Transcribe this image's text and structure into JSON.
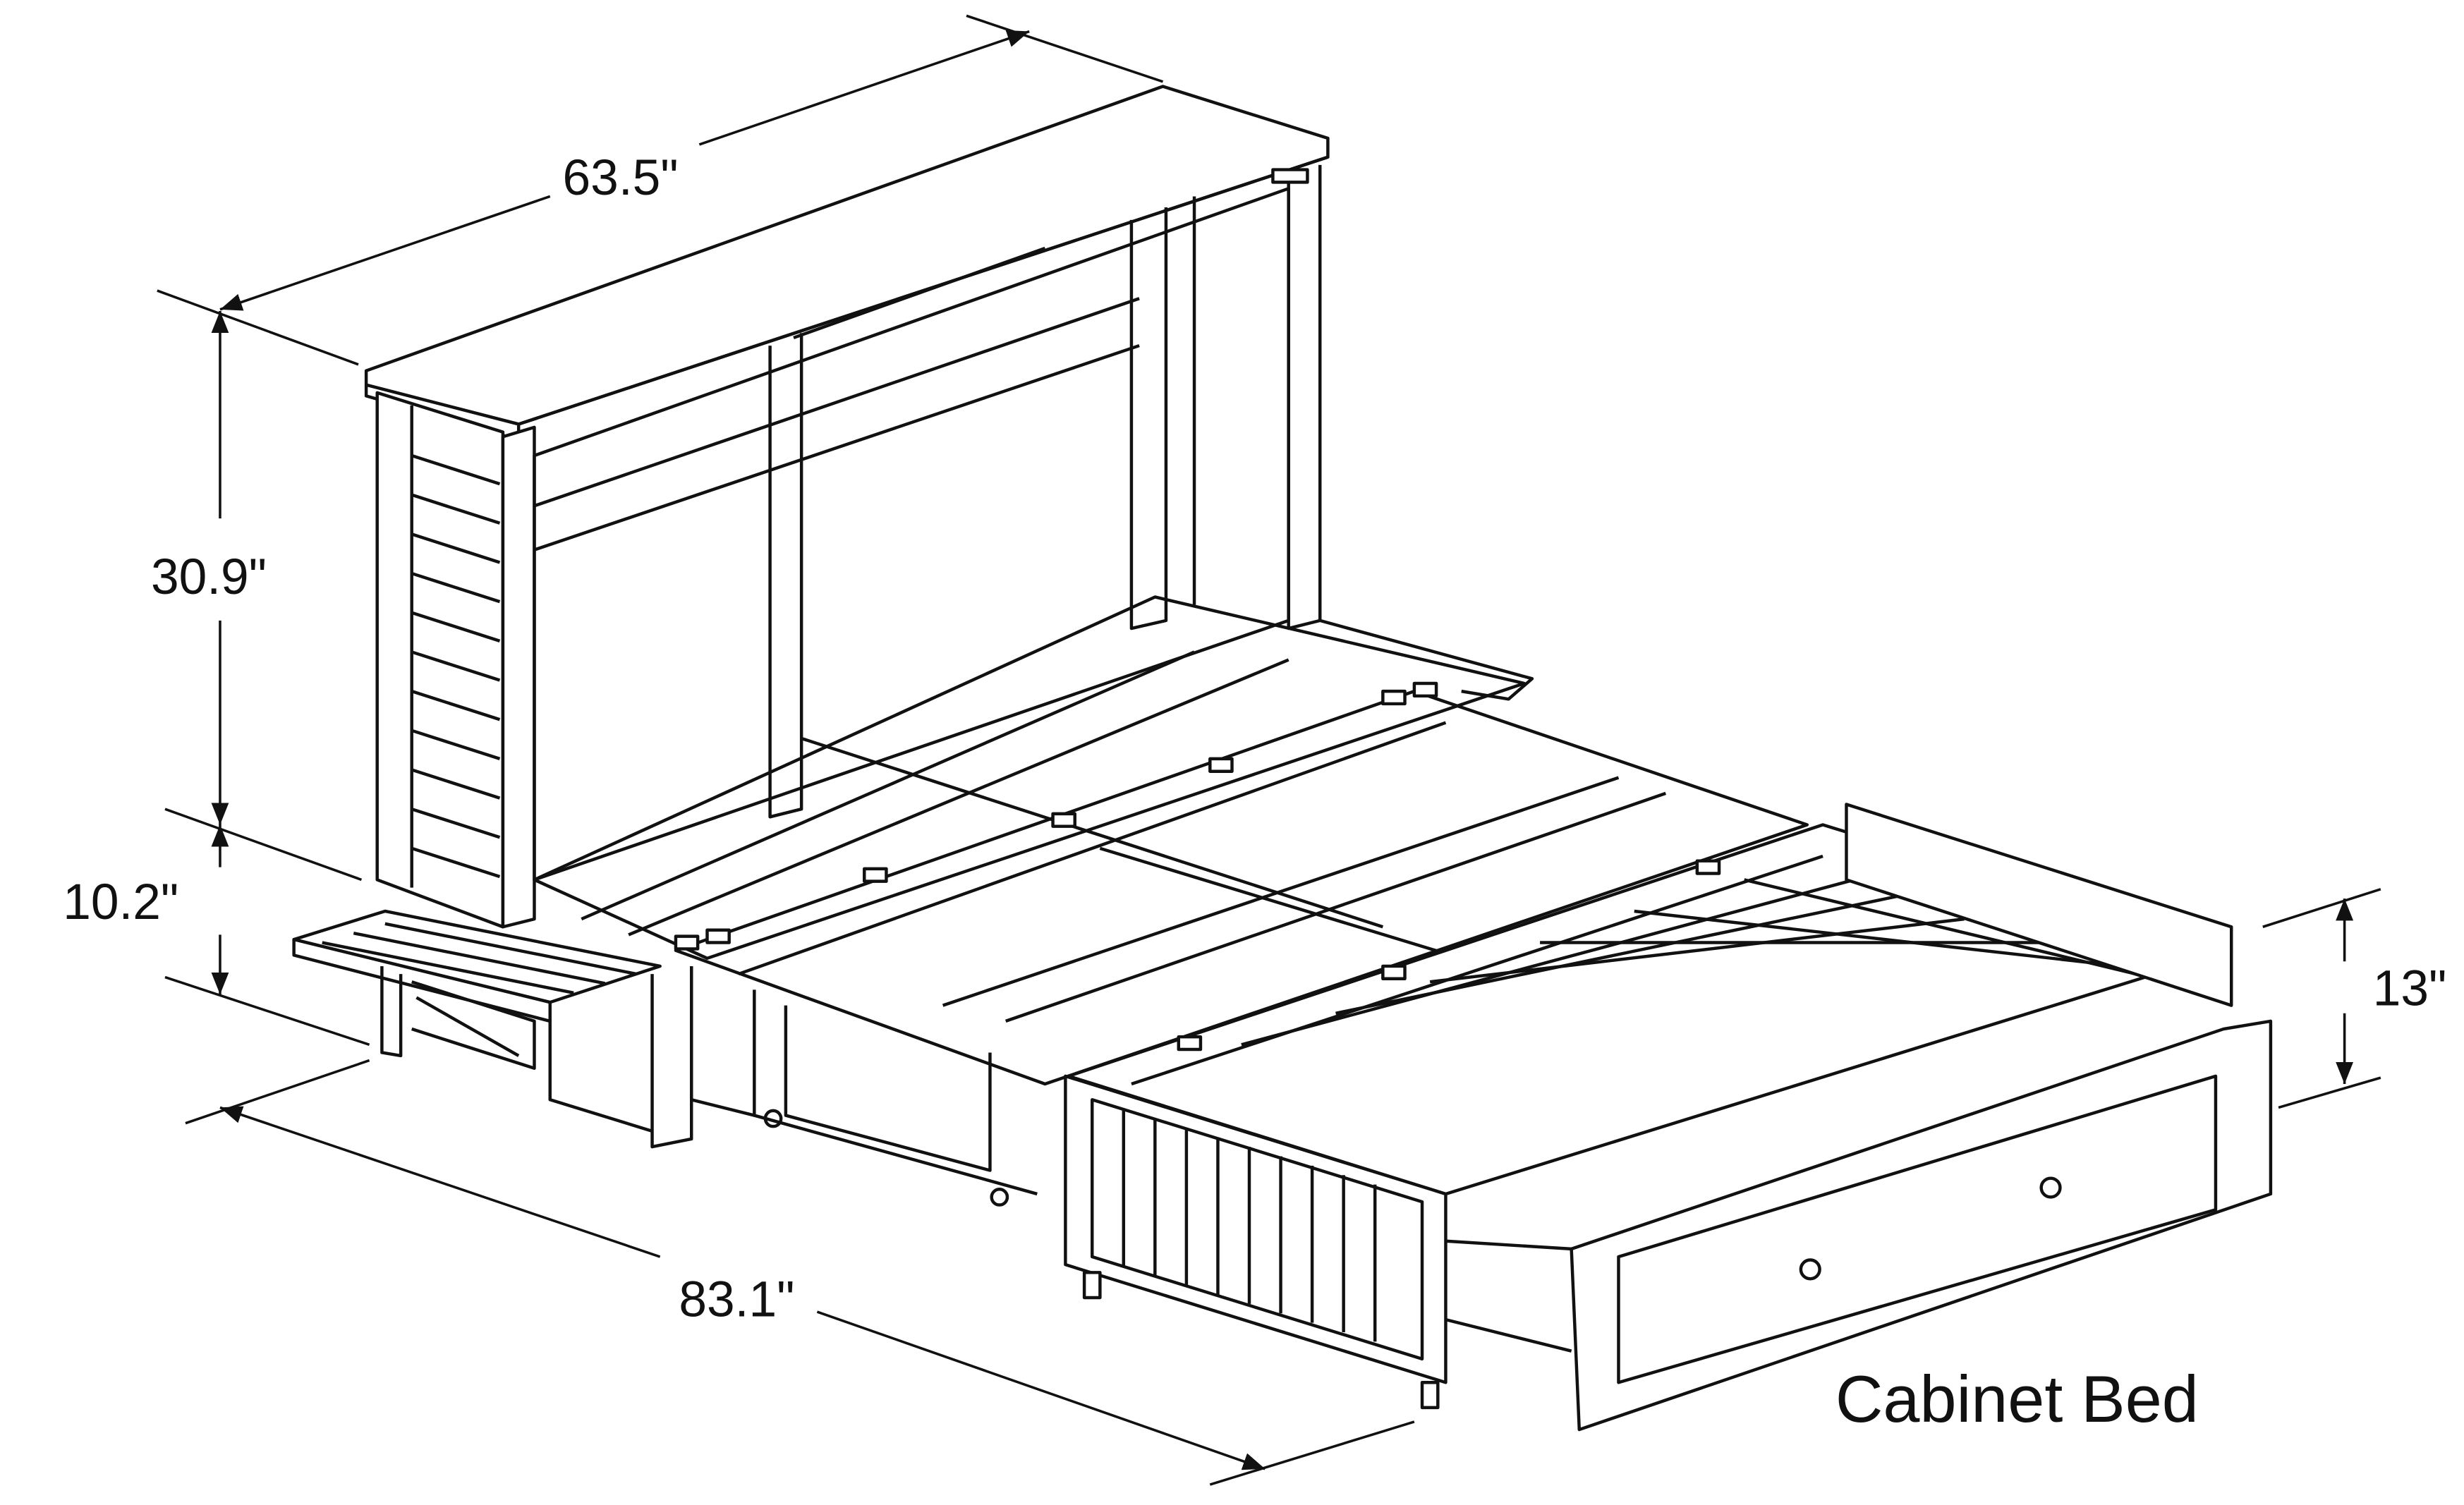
{
  "dimensions": {
    "width": "63.5\"",
    "cabinet_height": "30.9\"",
    "base_height": "10.2\"",
    "mattress_height": "13\"",
    "depth_open": "83.1\""
  },
  "caption": "Cabinet Bed",
  "colors": {
    "line": "#111111",
    "background": "#ffffff"
  }
}
